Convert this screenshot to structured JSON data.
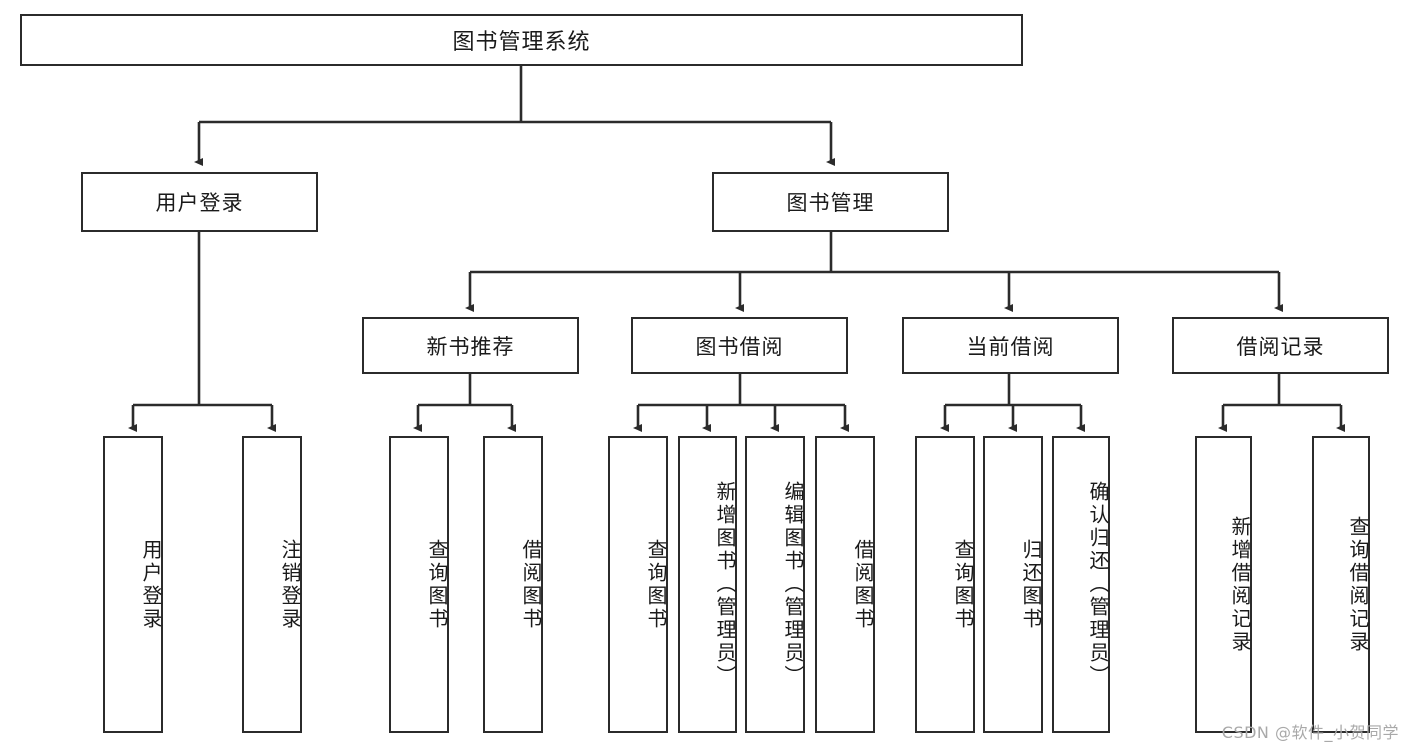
{
  "diagram": {
    "title": "图书管理系统",
    "watermark": "CSDN @软件_小贺同学",
    "colors": {
      "border": "#2b2b2b",
      "text": "#1a1a1a",
      "background": "#ffffff",
      "watermark": "#a9a9a9"
    },
    "levels": {
      "root": {
        "label": "图书管理系统"
      },
      "level2": [
        {
          "label": "用户登录"
        },
        {
          "label": "图书管理"
        }
      ],
      "level3": [
        {
          "label": "新书推荐"
        },
        {
          "label": "图书借阅"
        },
        {
          "label": "当前借阅"
        },
        {
          "label": "借阅记录"
        }
      ],
      "leaves": {
        "user_login": [
          {
            "label": "用户登录"
          },
          {
            "label": "注销登录"
          }
        ],
        "new_book_recommend": [
          {
            "label": "查询图书"
          },
          {
            "label": "借阅图书"
          }
        ],
        "book_borrow": [
          {
            "label": "查询图书"
          },
          {
            "label": "新增图书（管理员）"
          },
          {
            "label": "编辑图书（管理员）"
          },
          {
            "label": "借阅图书"
          }
        ],
        "current_borrow": [
          {
            "label": "查询图书"
          },
          {
            "label": "归还图书"
          },
          {
            "label": "确认归还（管理员）"
          }
        ],
        "borrow_records": [
          {
            "label": "新增借阅记录"
          },
          {
            "label": "查询借阅记录"
          }
        ]
      }
    }
  }
}
